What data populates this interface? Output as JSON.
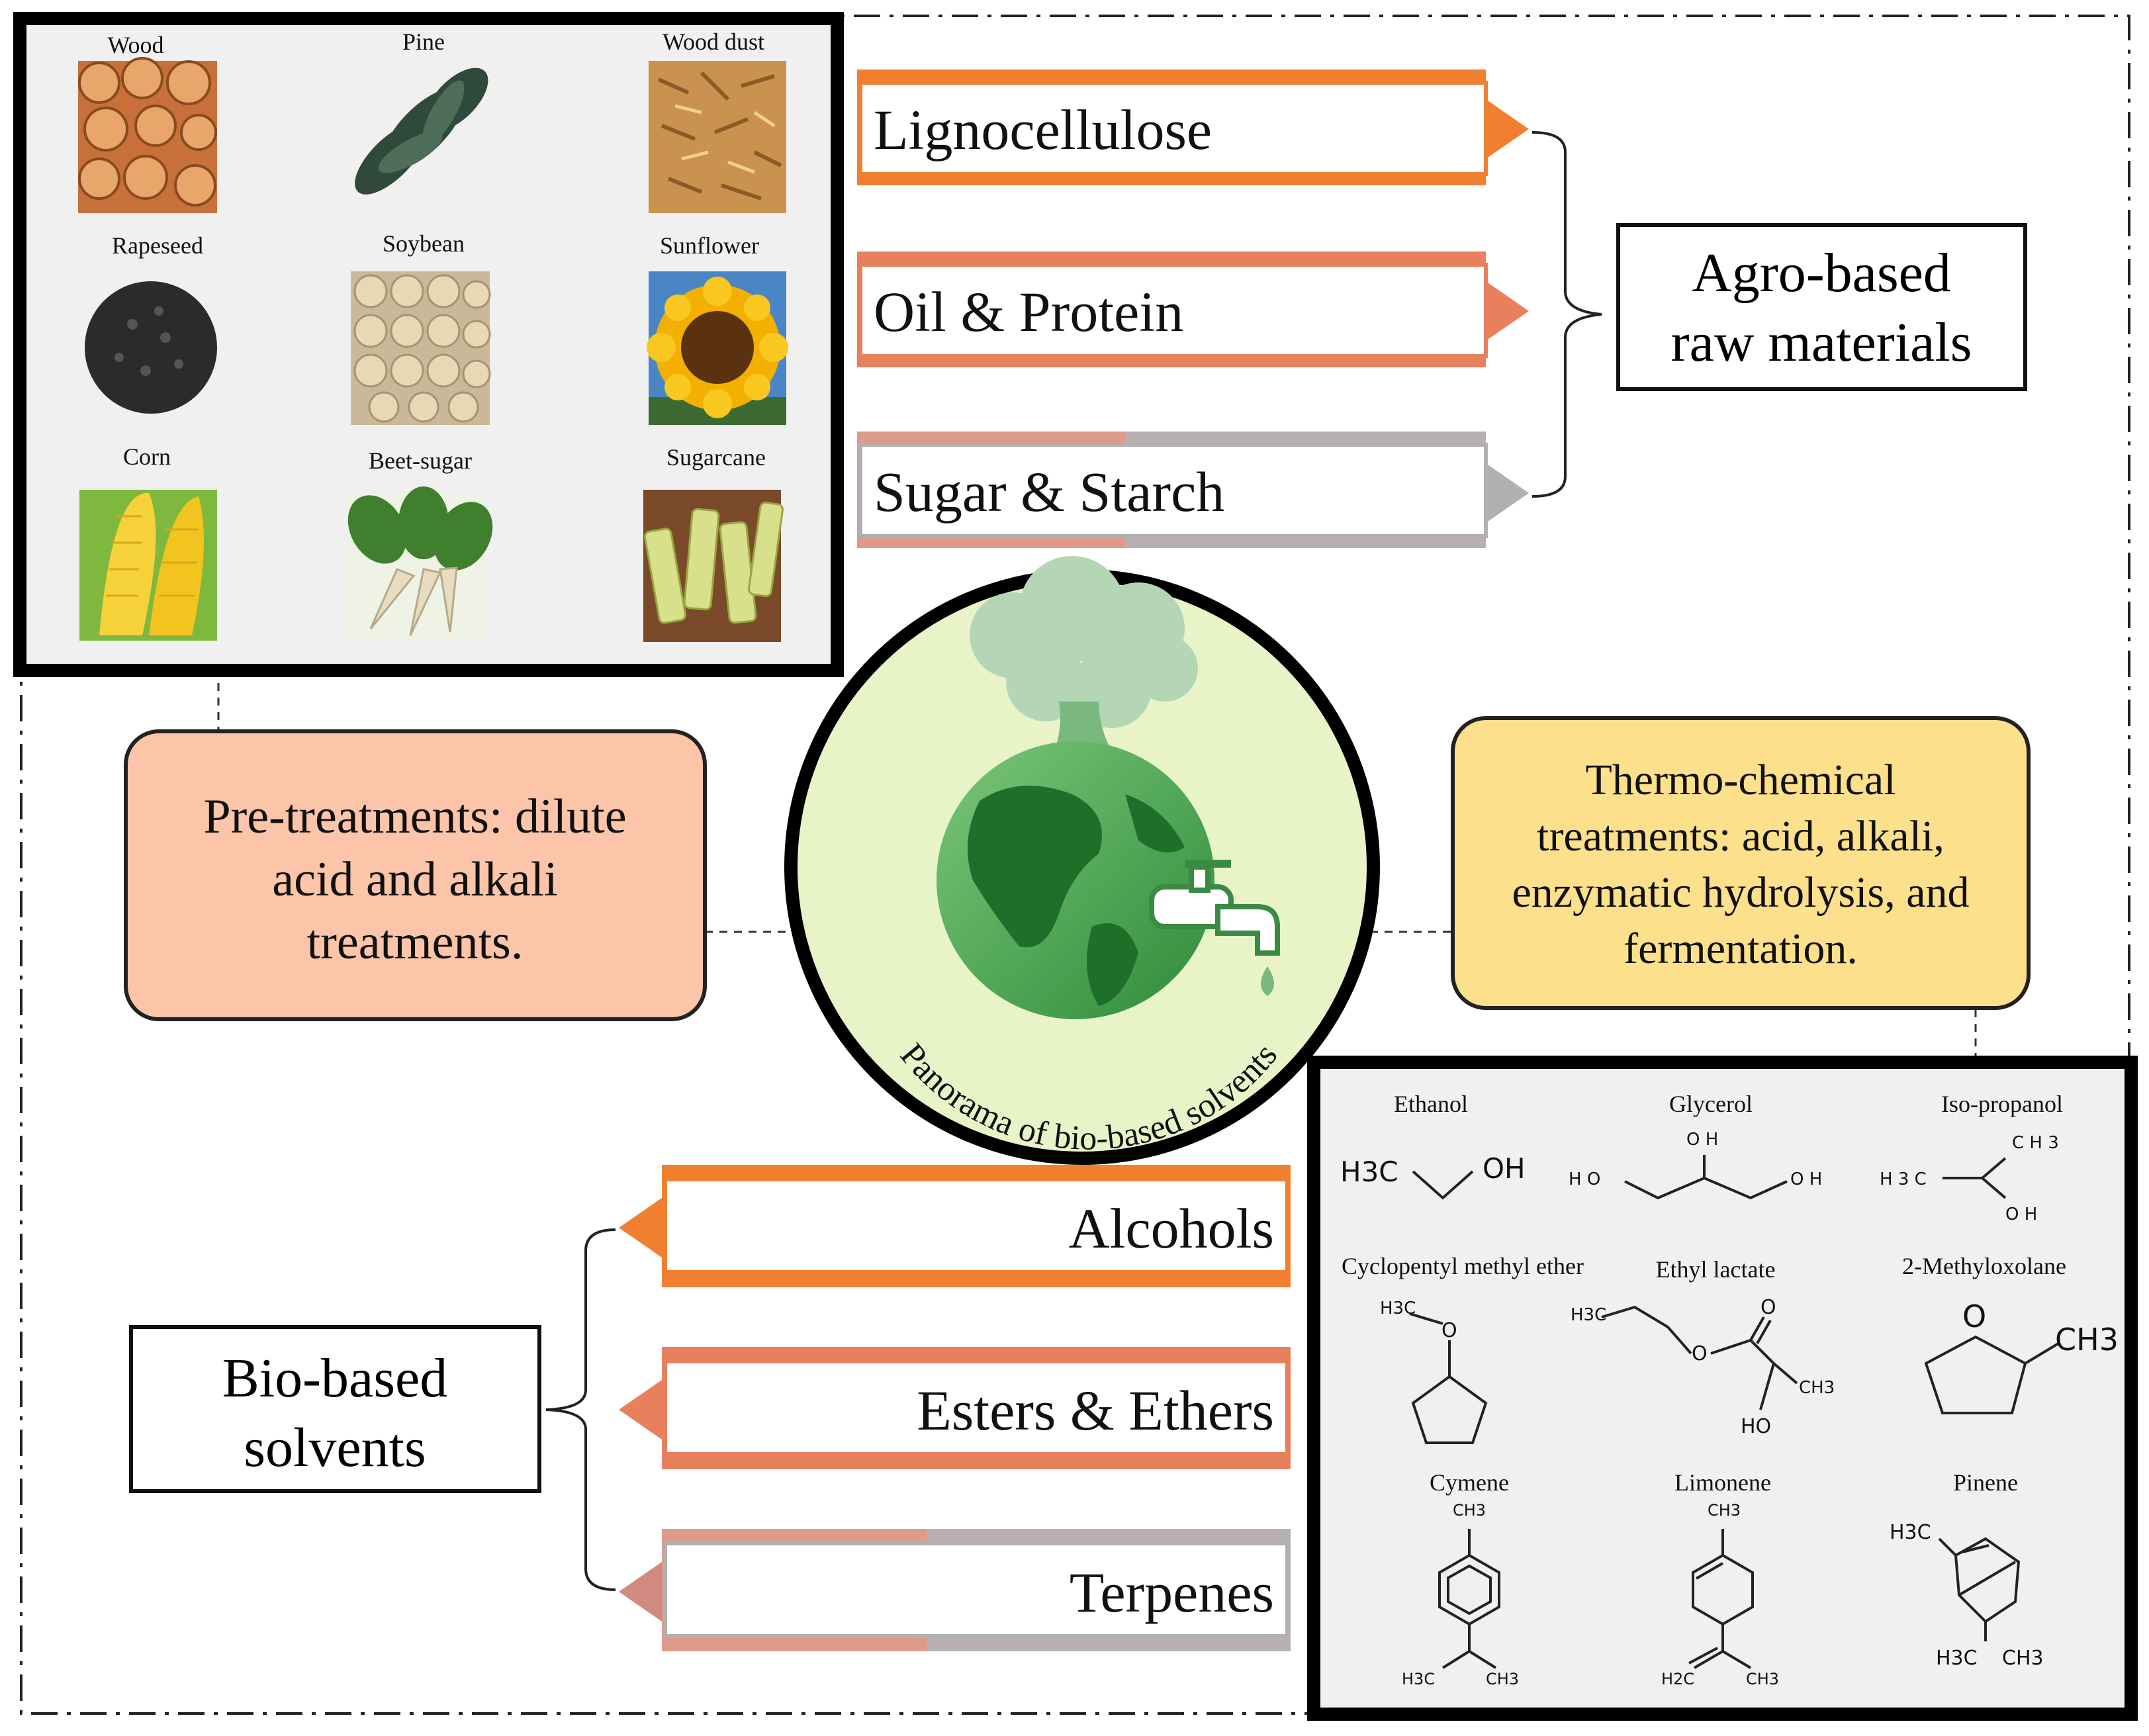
{
  "raw_materials": {
    "items": [
      {
        "label": "Wood"
      },
      {
        "label": "Pine"
      },
      {
        "label": "Wood dust"
      },
      {
        "label": "Rapeseed"
      },
      {
        "label": "Soybean"
      },
      {
        "label": "Sunflower"
      },
      {
        "label": "Corn"
      },
      {
        "label": "Beet-sugar"
      },
      {
        "label": "Sugarcane"
      }
    ]
  },
  "feedstock_categories": [
    {
      "label": "Lignocellulose",
      "color": "#f08030"
    },
    {
      "label": "Oil & Protein",
      "color": "#e8805e"
    },
    {
      "label": "Sugar & Starch",
      "color": "#b0b0b0"
    }
  ],
  "agro_box": {
    "line1": "Agro-based",
    "line2": "raw materials"
  },
  "pretreatment": {
    "line1": "Pre-treatments: dilute",
    "line2": "acid and alkali",
    "line3": "treatments.",
    "color": "#fcc4a8"
  },
  "thermo": {
    "line1": "Thermo-chemical",
    "line2": "treatments: acid, alkali,",
    "line3": "enzymatic hydrolysis, and",
    "line4": "fermentation.",
    "color": "#fde08c"
  },
  "center": {
    "caption": "Panorama of bio-based solvents"
  },
  "solvent_categories": [
    {
      "label": "Alcohols",
      "color": "#f08030"
    },
    {
      "label": "Esters & Ethers",
      "color": "#e8805e"
    },
    {
      "label": "Terpenes",
      "color": "#b0b0b0"
    }
  ],
  "bio_box": {
    "line1": "Bio-based",
    "line2": "solvents"
  },
  "molecules": {
    "items": [
      {
        "name": "Ethanol"
      },
      {
        "name": "Glycerol"
      },
      {
        "name": "Iso-propanol"
      },
      {
        "name": "Cyclopentyl methyl ether"
      },
      {
        "name": "Ethyl lactate"
      },
      {
        "name": "2-Methyloxolane"
      },
      {
        "name": "Cymene"
      },
      {
        "name": "Limonene"
      },
      {
        "name": "Pinene"
      }
    ],
    "atoms": {
      "h3c": "H3C",
      "oh": "OH",
      "ho": "HO",
      "ch3": "CH3",
      "o": "O",
      "h2c": "H2C",
      "oh_spaced": "O H",
      "ho_spaced": "H O",
      "ch3_spaced": "C H 3",
      "h3c_spaced": "H 3 C"
    }
  }
}
